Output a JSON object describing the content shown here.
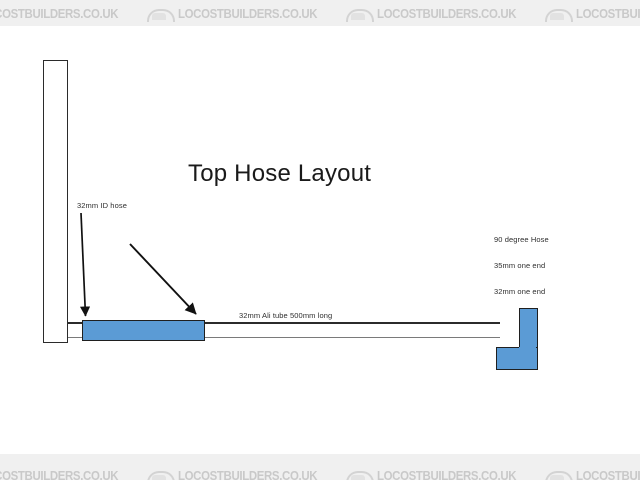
{
  "watermark": {
    "text": "LOCOSTBUILDERS.CO.UK",
    "logo_icon": "car-silhouette-icon",
    "repeat_count": 8,
    "color": "#c9c9c9",
    "band_background": "#f0f0f0"
  },
  "diagram": {
    "title": "Top Hose Layout",
    "background": "#ffffff",
    "hose_color": "#5B9BD5",
    "outline_color": "#1f1f1f",
    "labels": {
      "id_hose": "32mm ID hose",
      "ali_tube": "32mm Ali tube 500mm long",
      "elbow_line1": "90 degree Hose",
      "elbow_line2": "35mm one end",
      "elbow_line3": "32mm one end"
    },
    "parts": {
      "radiator": "radiator-wall",
      "left_hose": "blue-straight-hose",
      "tube": "aluminium-tube",
      "right_hose": "blue-90-degree-elbow-hose"
    },
    "annotation_arrows": 2
  }
}
